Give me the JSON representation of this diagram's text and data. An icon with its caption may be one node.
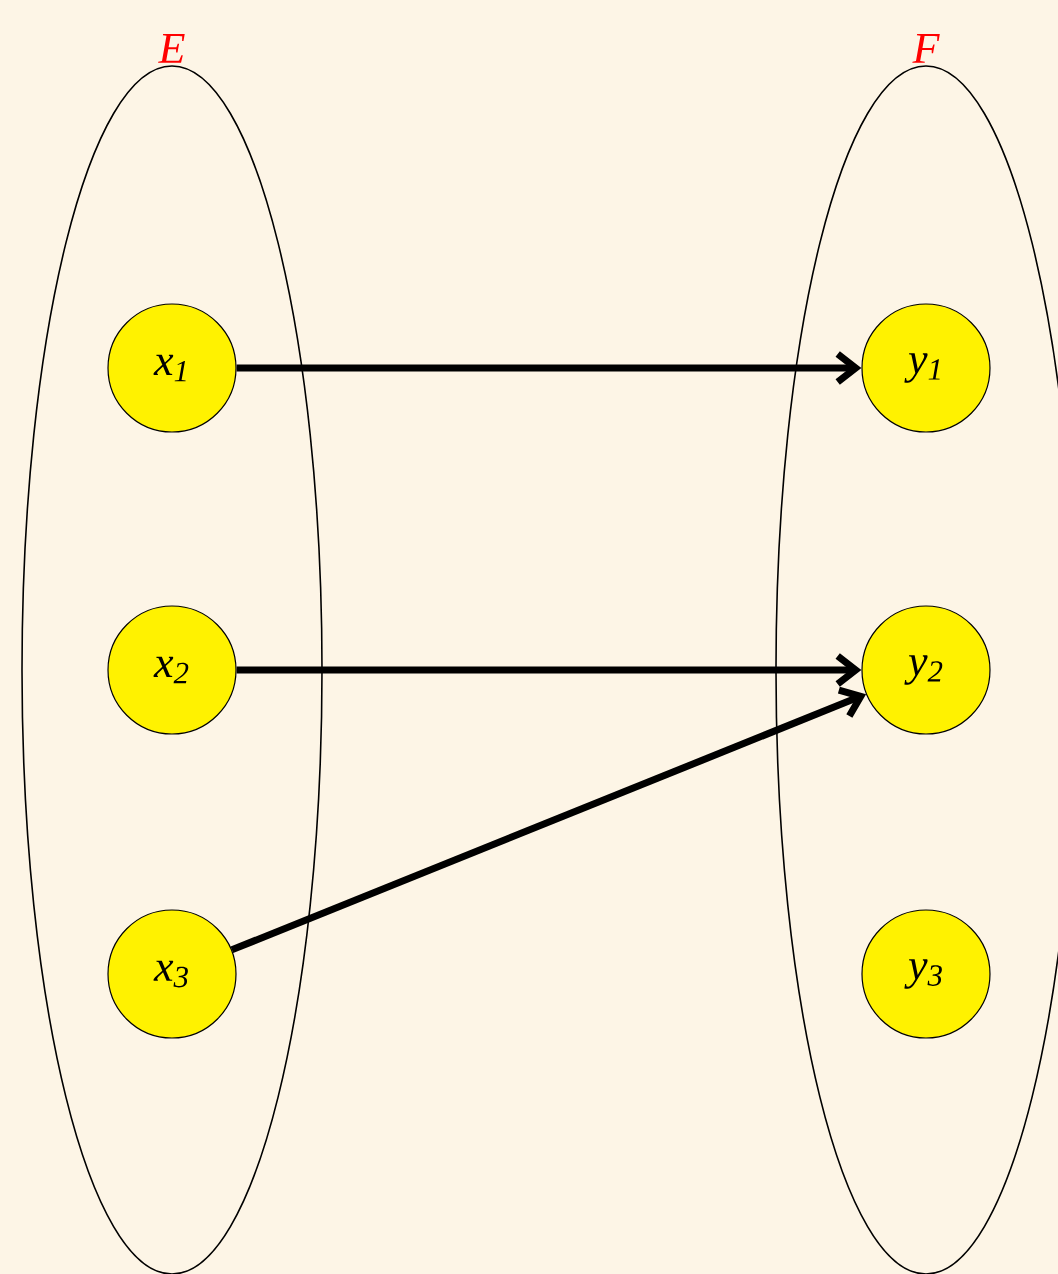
{
  "diagram": {
    "nodes": [
      {
        "text": [
          "E"
        ]
      },
      {
        "text": [
          "x$_{1}$"
        ],
        "in": 0
      },
      {
        "text": [
          "x$_{2}$"
        ],
        "in": 0
      },
      {
        "text": [
          "x$_{3}$"
        ],
        "in": 0
      },
      {
        "text": [
          "F"
        ]
      },
      {
        "text": [
          "y$_{1}$"
        ],
        "in": 4
      },
      {
        "text": [
          "y$_{2}$"
        ],
        "in": 4
      },
      {
        "text": [
          "y$_{3}$"
        ],
        "in": 4
      }
    ],
    "edges": [
      {
        "from": 1,
        "to": 5,
        "arrow": "to"
      },
      {
        "from": 2,
        "to": 6,
        "arrow": "to"
      },
      {
        "from": 3,
        "to": 6,
        "arrow": "to"
      }
    ]
  }
}
